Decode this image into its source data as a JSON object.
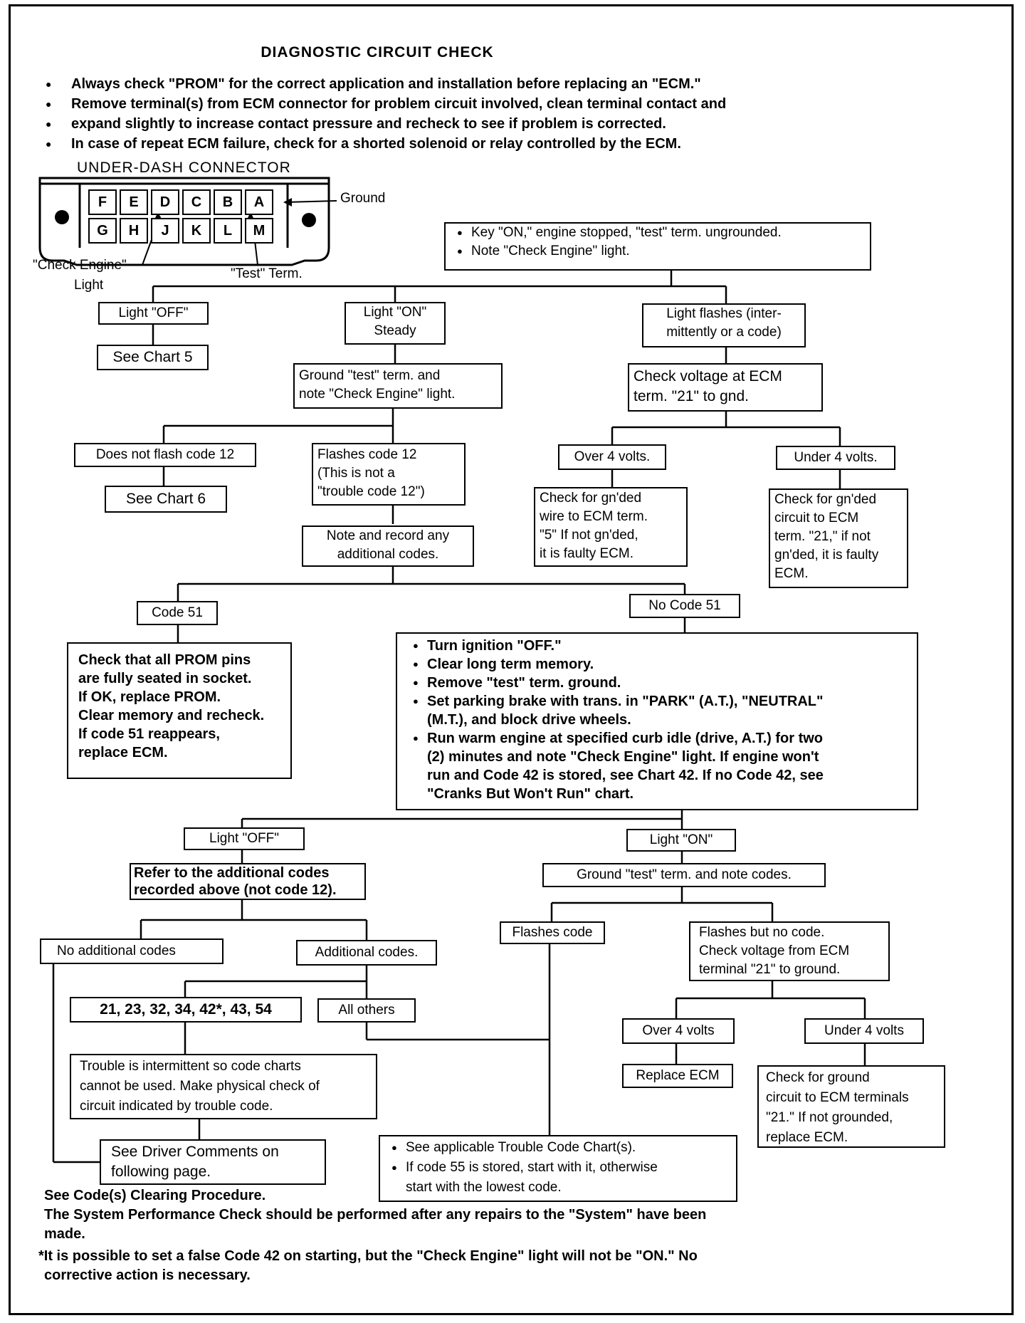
{
  "title": "DIAGNOSTIC CIRCUIT CHECK",
  "intro_bullets": [
    "Always check \"PROM\" for the correct application and installation before replacing an \"ECM.\"",
    "Remove terminal(s) from ECM connector for problem circuit involved, clean terminal contact and",
    "expand slightly to increase contact pressure and recheck to see if problem is corrected.",
    "In case of repeat ECM failure, check for a shorted solenoid or relay controlled by the ECM."
  ],
  "connector": {
    "title": "UNDER-DASH CONNECTOR",
    "top_pins": [
      "F",
      "E",
      "D",
      "C",
      "B",
      "A"
    ],
    "bottom_pins": [
      "G",
      "H",
      "J",
      "K",
      "L",
      "M"
    ],
    "ground_label": "Ground",
    "check_engine_label": "\"Check Engine\"",
    "check_engine_label2": "Light",
    "test_term_label": "\"Test\" Term."
  },
  "nodes": {
    "start": [
      "Key \"ON,\" engine stopped, \"test\" term. ungrounded.",
      "Note \"Check Engine\" light."
    ],
    "light_off": "Light \"OFF\"",
    "see_chart5": "See Chart 5",
    "light_on_steady": [
      "Light \"ON\"",
      "Steady"
    ],
    "light_flashes": [
      "Light flashes (inter-",
      "mittently or a code)"
    ],
    "ground_test": [
      "Ground \"test\" term. and",
      "note \"Check Engine\" light."
    ],
    "check_voltage": [
      "Check voltage at ECM",
      "term. \"21\" to gnd."
    ],
    "no_flash12": "Does not flash code 12",
    "see_chart6": "See Chart 6",
    "flashes12": [
      "Flashes code 12",
      "(This is not a",
      "\"trouble code 12\")"
    ],
    "over4_a": "Over 4 volts.",
    "under4_a": "Under 4 volts.",
    "check_gnd_5": [
      "Check for gn'ded",
      "wire to ECM term.",
      "\"5\" If not gn'ded,",
      "it is faulty ECM."
    ],
    "check_gnd_21": [
      "Check for gn'ded",
      "circuit to ECM",
      "term. \"21,\" if not",
      "gn'ded, it is faulty",
      "ECM."
    ],
    "note_record": [
      "Note and record any",
      "additional codes."
    ],
    "code51": "Code 51",
    "no_code51": "No Code 51",
    "prom_check": [
      "Check that all PROM pins",
      "are fully seated in socket.",
      "If OK, replace PROM.",
      "Clear memory and recheck.",
      "If code 51 reappears,",
      "replace ECM."
    ],
    "turn_off": [
      "Turn ignition \"OFF.\"",
      "Clear long term memory.",
      "Remove \"test\" term. ground.",
      "Set parking brake with trans. in \"PARK\" (A.T.), \"NEUTRAL\"",
      "(M.T.), and block drive wheels.",
      "Run warm engine at specified curb idle (drive, A.T.) for two",
      "(2) minutes and note \"Check Engine\" light. If engine won't",
      "run and Code 42 is stored, see Chart 42. If no Code 42, see",
      "\"Cranks But Won't Run\" chart."
    ],
    "light_off2": "Light \"OFF\"",
    "light_on2": "Light \"ON\"",
    "refer_codes": [
      "Refer to the additional codes",
      "recorded above (not code 12)."
    ],
    "ground_note_codes": "Ground \"test\" term. and note codes.",
    "no_additional": "No additional codes",
    "additional": "Additional codes.",
    "flashes_code": "Flashes code",
    "flashes_no_code": [
      "Flashes but no code.",
      "Check voltage from ECM",
      "terminal \"21\" to ground."
    ],
    "codes_list": "21, 23, 32, 34, 42*, 43, 54",
    "all_others": "All others",
    "over4_b": "Over 4 volts",
    "under4_b": "Under 4 volts",
    "intermittent": [
      "Trouble is intermittent so code charts",
      "cannot be used. Make physical check of",
      "circuit indicated by trouble code."
    ],
    "replace_ecm": "Replace ECM",
    "check_ground_21": [
      "Check for ground",
      "circuit to ECM terminals",
      "\"21.\" If not grounded,",
      "replace ECM."
    ],
    "driver_comments": [
      "See Driver Comments on",
      "following page."
    ],
    "trouble_chart": [
      "See applicable Trouble Code Chart(s).",
      "If code 55 is stored, start with it, otherwise",
      "start with the lowest code."
    ]
  },
  "footer": [
    "See Code(s) Clearing Procedure.",
    "The System Performance Check should be performed after any repairs to the \"System\" have been",
    "made.",
    "*It is possible to set a false Code 42 on starting, but the \"Check Engine\" light will not be \"ON.\" No",
    "corrective action is necessary."
  ]
}
